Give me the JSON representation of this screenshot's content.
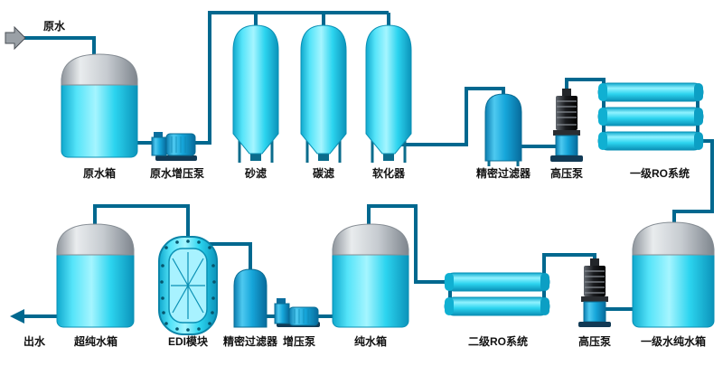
{
  "diagram": {
    "top_row": [
      {
        "id": "raw-water-inlet",
        "label": "原水"
      },
      {
        "id": "raw-water-tank",
        "label": "原水箱"
      },
      {
        "id": "raw-water-booster-pump",
        "label": "原水增压泵"
      },
      {
        "id": "sand-filter",
        "label": "砂滤"
      },
      {
        "id": "carbon-filter",
        "label": "碳滤"
      },
      {
        "id": "softener",
        "label": "软化器"
      },
      {
        "id": "precision-filter-1",
        "label": "精密过滤器"
      },
      {
        "id": "high-pressure-pump-1",
        "label": "高压泵"
      },
      {
        "id": "ro-stage-1",
        "label": "一级RO系统"
      }
    ],
    "bottom_row": [
      {
        "id": "water-outlet",
        "label": "出水"
      },
      {
        "id": "ultra-pure-water-tank",
        "label": "超纯水箱"
      },
      {
        "id": "edi-module",
        "label": "EDI模块"
      },
      {
        "id": "precision-filter-2",
        "label": "精密过滤器"
      },
      {
        "id": "booster-pump-2",
        "label": "增压泵"
      },
      {
        "id": "pure-water-tank",
        "label": "纯水箱"
      },
      {
        "id": "ro-stage-2",
        "label": "二级RO系统"
      },
      {
        "id": "high-pressure-pump-2",
        "label": "高压泵"
      },
      {
        "id": "stage1-pure-water-tank",
        "label": "一级水纯水箱"
      }
    ],
    "colors": {
      "pipe": "#00688f",
      "label": "#111111",
      "background": "#ffffff",
      "equipment_cyan": "#29d6f0",
      "equipment_blue": "#18a9dd",
      "tank_cap_gray": "#c6cbd0",
      "pump_motor_dark": "#17191c",
      "inlet_arrow_gray": "#9aa0a6"
    }
  }
}
